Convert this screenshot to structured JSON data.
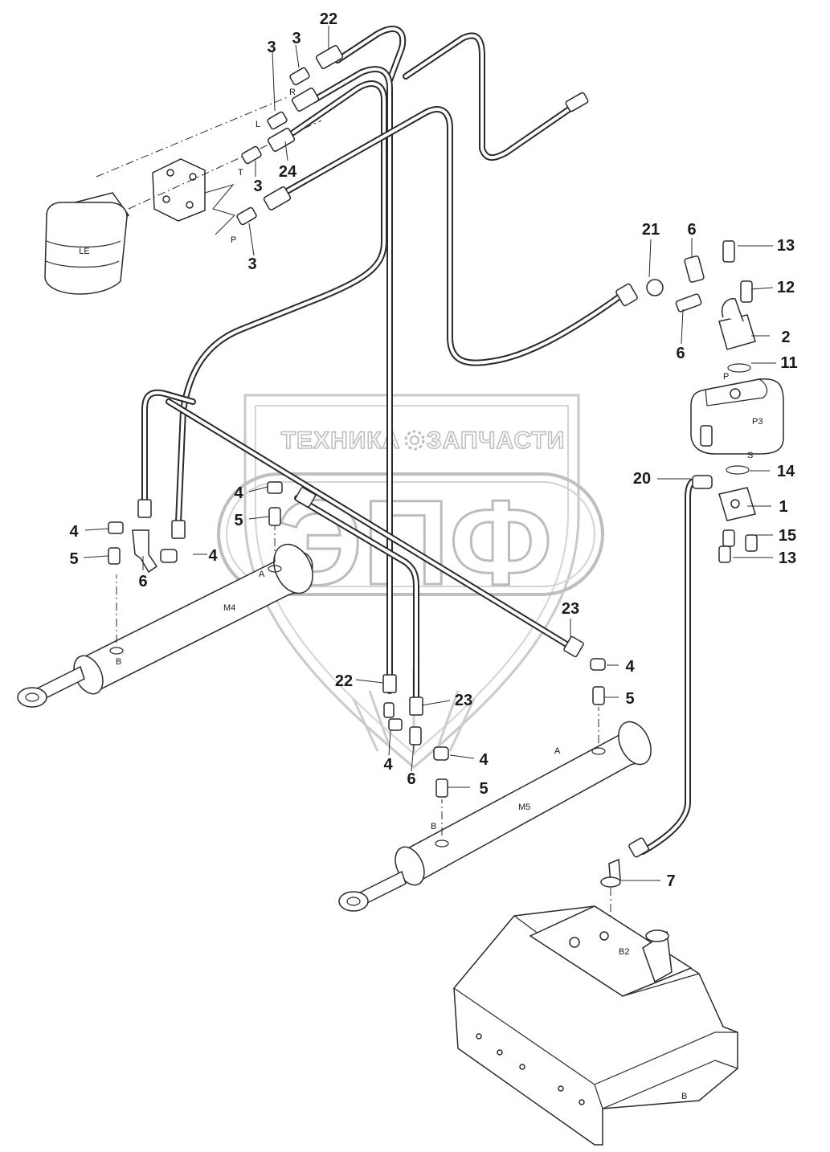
{
  "watermark": {
    "top_left": "ТЕХНИКА",
    "top_right": "ЗАПЧАСТИ",
    "big": "ЭПФ"
  },
  "port_labels": {
    "R": "R",
    "L": "L",
    "T": "T",
    "P_valve": "P",
    "LE": "LE",
    "P_pump": "P",
    "P3": "P3",
    "S": "S",
    "A_m4": "A",
    "M4": "M4",
    "B_m4": "B",
    "A_m5": "A",
    "M5": "M5",
    "B_m5": "B",
    "B2": "B2",
    "B_tank": "B"
  },
  "callouts": {
    "c22_top": "22",
    "c3_a": "3",
    "c3_b": "3",
    "c3_c": "3",
    "c3_d": "3",
    "c24": "24",
    "c21": "21",
    "c6_top": "6",
    "c13_top": "13",
    "c12": "12",
    "c2": "2",
    "c6_mid": "6",
    "c11": "11",
    "c14": "14",
    "c20": "20",
    "c1": "1",
    "c15": "15",
    "c13_bot": "13",
    "c4_left": "4",
    "c5_left": "5",
    "c6_left": "6",
    "c4_left2": "4",
    "c4_m4": "4",
    "c5_m4": "5",
    "c23_top": "23",
    "c4_right": "4",
    "c5_right": "5",
    "c22_bot": "22",
    "c23_bot": "23",
    "c4_bot_l": "4",
    "c4_bot_r": "4",
    "c6_bot": "6",
    "c5_bot": "5",
    "c7": "7"
  }
}
